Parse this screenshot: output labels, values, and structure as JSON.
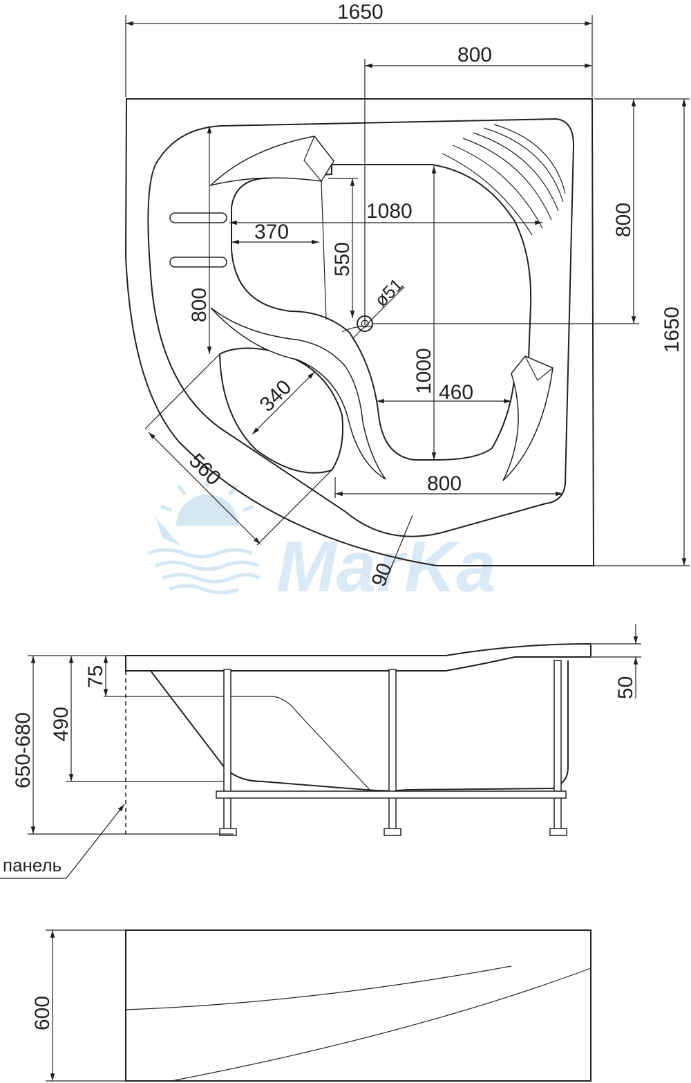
{
  "watermark": {
    "text": "MarKa",
    "color": "#cfe3f3"
  },
  "top_view": {
    "dims": {
      "overall_width": "1650",
      "drain_offset": "800",
      "overall_depth": "1650",
      "right_offset": "800",
      "seat_span": "1080",
      "seat_width": "370",
      "armrest_len": "550",
      "drain_diameter": "ø51",
      "left_offset": "800",
      "basin_depth": "1000",
      "footwell": "460",
      "seat_diag": "340",
      "front_diag": "560",
      "bottom_width": "800",
      "rim_width": "90"
    }
  },
  "side_view": {
    "dims": {
      "total_height": "650-680",
      "basin_height": "490",
      "rim_drop": "75",
      "rim_thickness": "50"
    },
    "panel_label": "панель"
  },
  "panel_view": {
    "dims": {
      "panel_height": "600"
    }
  }
}
